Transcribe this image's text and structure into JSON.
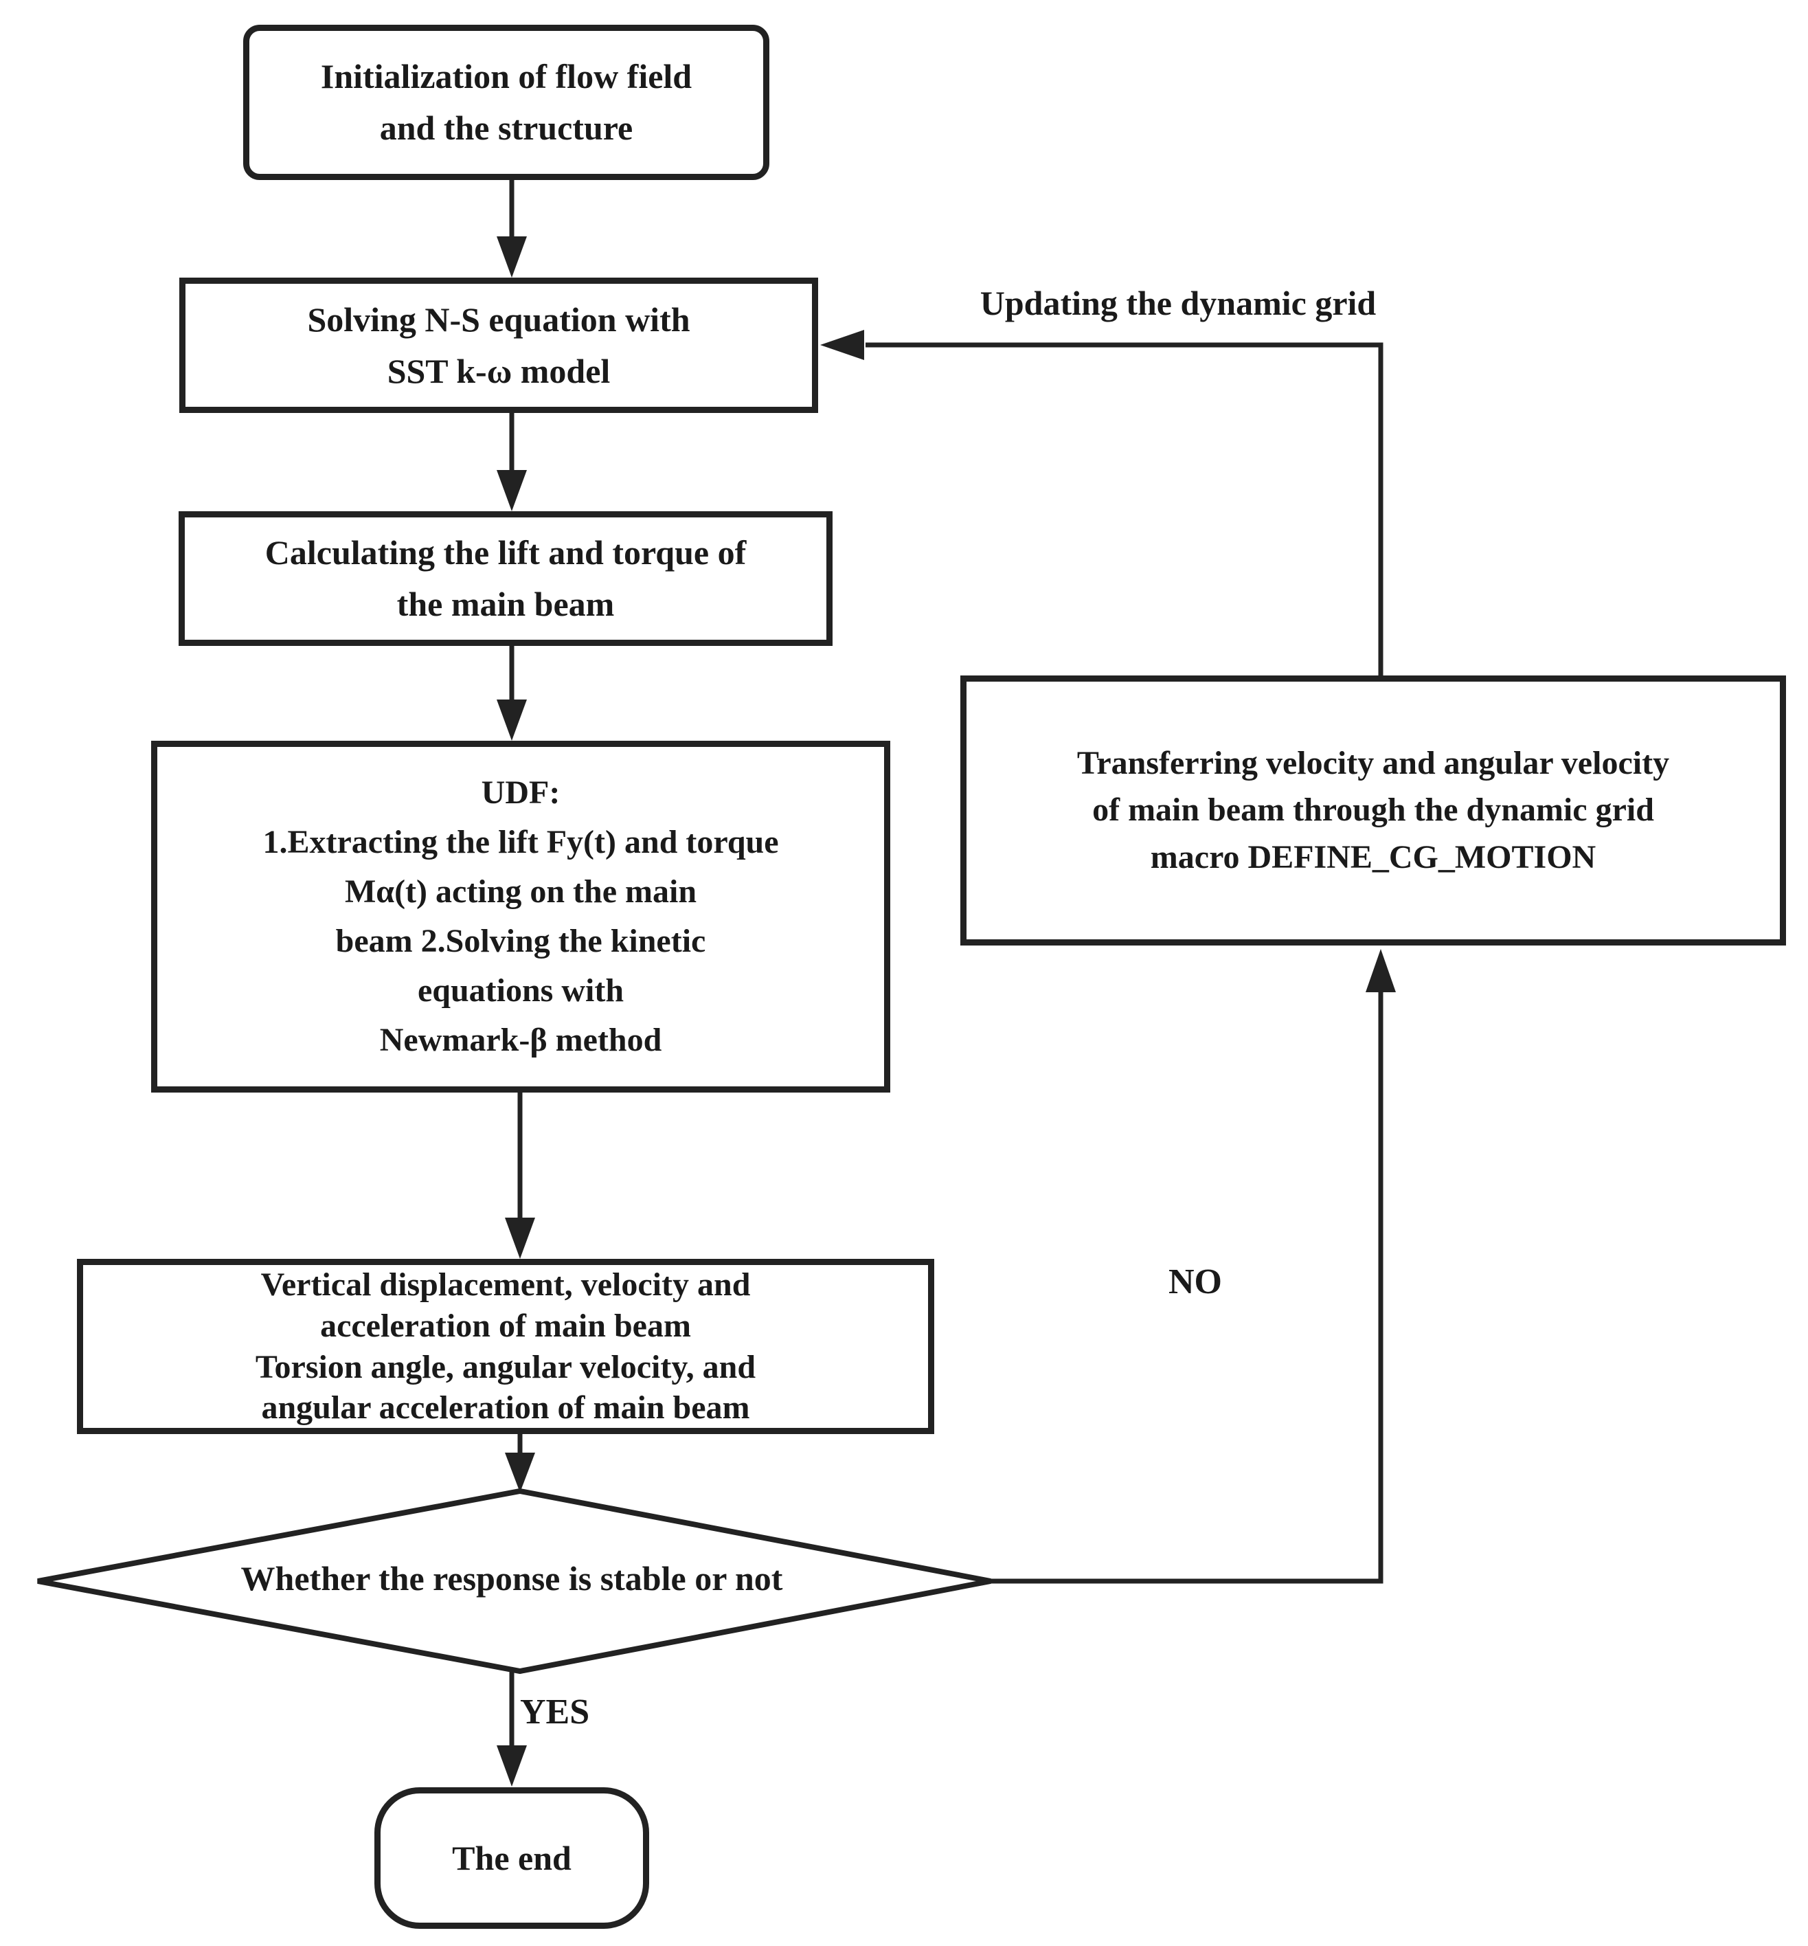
{
  "colors": {
    "line": "#222222",
    "text": "#1a1a1a",
    "background": "#ffffff"
  },
  "nodes": {
    "init": {
      "label": "Initialization of flow field\nand the structure"
    },
    "solve": {
      "label": "Solving N-S equation with\nSST k-ω model"
    },
    "calc": {
      "label": "Calculating the lift and torque of\nthe main beam"
    },
    "udf": {
      "label": "UDF:\n1.Extracting the lift Fy(t) and torque\nMα(t) acting on the main\nbeam 2.Solving the kinetic\nequations with\nNewmark-β method"
    },
    "response": {
      "label": "Vertical displacement, velocity and\nacceleration of main beam\nTorsion angle, angular velocity, and\nangular acceleration of main beam"
    },
    "decision": {
      "label": "Whether the response is stable or not"
    },
    "transfer": {
      "label": "Transferring velocity and angular velocity\nof main beam through the dynamic grid\nmacro DEFINE_CG_MOTION"
    },
    "end": {
      "label": "The end"
    }
  },
  "edge_labels": {
    "yes": "YES",
    "no": "NO",
    "updating": "Updating the dynamic grid"
  }
}
